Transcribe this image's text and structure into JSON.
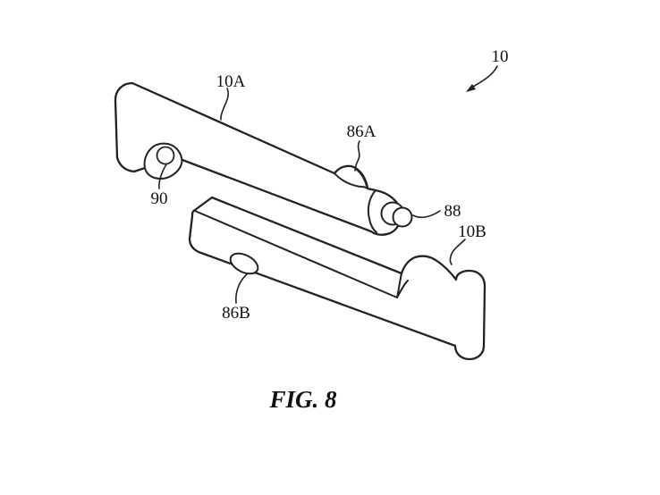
{
  "figure": {
    "caption": "FIG. 8",
    "refs": {
      "r10": "10",
      "r10A": "10A",
      "r86A": "86A",
      "r88": "88",
      "r10B": "10B",
      "r90": "90",
      "r86B": "86B"
    },
    "colors": {
      "line": "#222222",
      "label": "#111111",
      "background": "#ffffff"
    }
  }
}
